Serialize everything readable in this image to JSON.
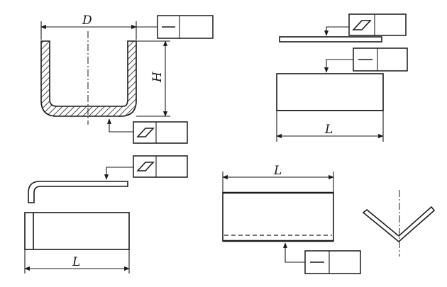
{
  "labels": {
    "cup_diameter": "D",
    "cup_height": "H",
    "plate_length": "L",
    "angle_length": "L",
    "channel_length": "L"
  },
  "tolerance_frames": {
    "cup_rim": {
      "characteristic": "straightness",
      "symbol_icon": "straightness-icon"
    },
    "cup_bottom": {
      "characteristic": "flatness",
      "symbol_icon": "flatness-icon"
    },
    "plate_flatness": {
      "characteristic": "flatness",
      "symbol_icon": "flatness-icon"
    },
    "plate_straightness": {
      "characteristic": "straightness",
      "symbol_icon": "straightness-icon"
    },
    "angle_flatness": {
      "characteristic": "flatness",
      "symbol_icon": "flatness-icon"
    },
    "channel_straightness": {
      "characteristic": "straightness",
      "symbol_icon": "straightness-icon"
    }
  }
}
